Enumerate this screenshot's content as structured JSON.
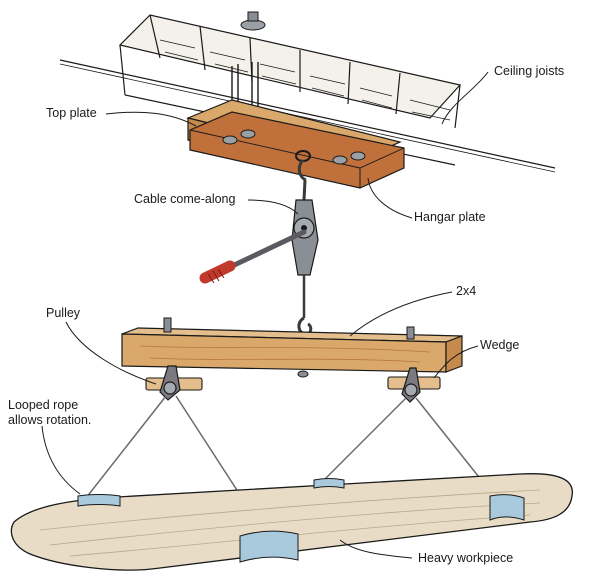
{
  "labels": {
    "ceiling_joists": "Ceiling joists",
    "top_plate": "Top plate",
    "cable_come_along": "Cable come-along",
    "hangar_plate": "Hangar plate",
    "two_by_four": "2x4",
    "pulley": "Pulley",
    "wedge": "Wedge",
    "looped_rope_line1": "Looped rope",
    "looped_rope_line2": "allows rotation.",
    "heavy_workpiece": "Heavy workpiece"
  },
  "colors": {
    "wood": "#d9a86a",
    "wood_dark": "#b8793c",
    "hangar_plate": "#c0703a",
    "ink": "#1a1a1a",
    "metal": "#7a7a80",
    "handle": "#c0392b",
    "strap": "#a9c9dc",
    "workpiece": "#e8dcc6"
  }
}
